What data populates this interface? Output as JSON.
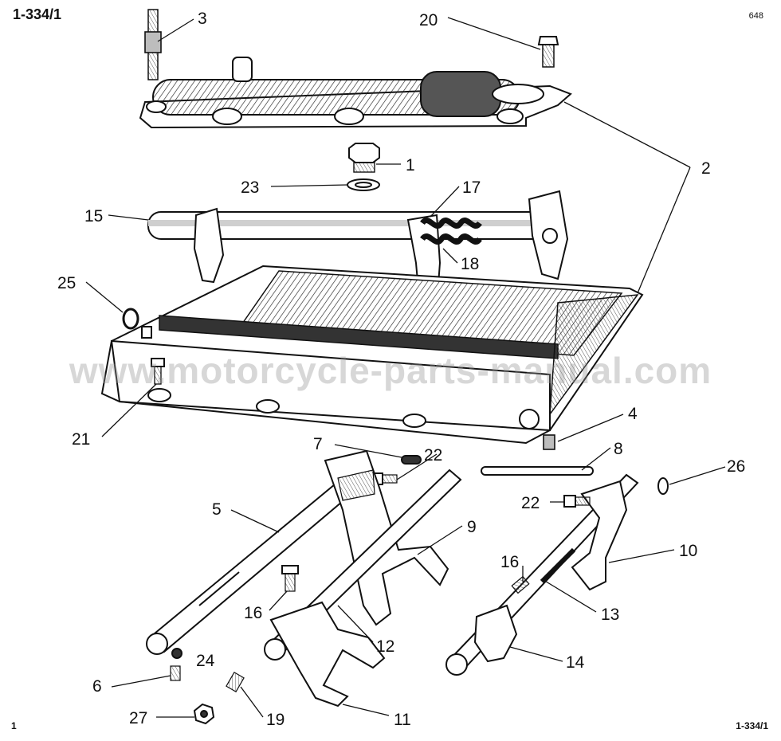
{
  "header": {
    "ref_top": "1-334/1",
    "page_number": "648"
  },
  "footer": {
    "ref_bottom": "1-334/1",
    "sheet_number": "1"
  },
  "watermark": "www.motorcycle-parts-manual.com",
  "callouts": [
    {
      "id": "c1",
      "text": "1"
    },
    {
      "id": "c2",
      "text": "2"
    },
    {
      "id": "c3",
      "text": "3"
    },
    {
      "id": "c4",
      "text": "4"
    },
    {
      "id": "c5",
      "text": "5"
    },
    {
      "id": "c6",
      "text": "6"
    },
    {
      "id": "c7",
      "text": "7"
    },
    {
      "id": "c8",
      "text": "8"
    },
    {
      "id": "c9",
      "text": "9"
    },
    {
      "id": "c10",
      "text": "10"
    },
    {
      "id": "c11",
      "text": "11"
    },
    {
      "id": "c12",
      "text": "12"
    },
    {
      "id": "c13",
      "text": "13"
    },
    {
      "id": "c14",
      "text": "14"
    },
    {
      "id": "c15",
      "text": "15"
    },
    {
      "id": "c16a",
      "text": "16"
    },
    {
      "id": "c16b",
      "text": "16"
    },
    {
      "id": "c17",
      "text": "17"
    },
    {
      "id": "c18",
      "text": "18"
    },
    {
      "id": "c19",
      "text": "19"
    },
    {
      "id": "c20",
      "text": "20"
    },
    {
      "id": "c21",
      "text": "21"
    },
    {
      "id": "c22a",
      "text": "22"
    },
    {
      "id": "c22b",
      "text": "22"
    },
    {
      "id": "c23",
      "text": "23"
    },
    {
      "id": "c24",
      "text": "24"
    },
    {
      "id": "c25",
      "text": "25"
    },
    {
      "id": "c26",
      "text": "26"
    },
    {
      "id": "c27",
      "text": "27"
    }
  ]
}
